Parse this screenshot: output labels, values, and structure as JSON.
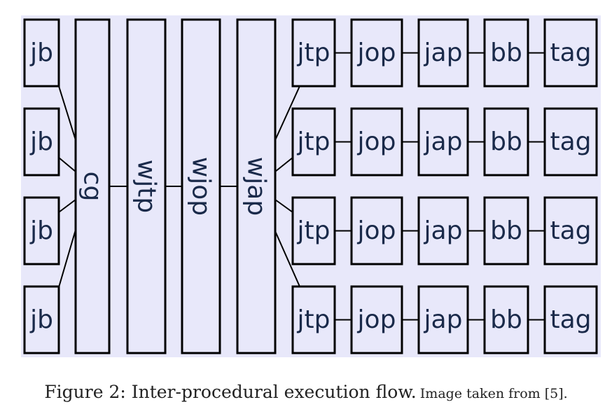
{
  "colors": {
    "background": "#e8e8fa",
    "box_fill": "#e8e8fa",
    "stroke": "#000000",
    "text": "#1a2a4a"
  },
  "diagram": {
    "left_boxes": [
      "jb",
      "jb",
      "jb",
      "jb"
    ],
    "middle_columns": [
      "cg",
      "wjtp",
      "wjop",
      "wjap"
    ],
    "rows": [
      [
        "jtp",
        "jop",
        "jap",
        "bb",
        "tag"
      ],
      [
        "jtp",
        "jop",
        "jap",
        "bb",
        "tag"
      ],
      [
        "jtp",
        "jop",
        "jap",
        "bb",
        "tag"
      ],
      [
        "jtp",
        "jop",
        "jap",
        "bb",
        "tag"
      ]
    ]
  },
  "caption": {
    "main": "Figure 2: Inter-procedural execution flow.",
    "source": "Image taken from [5]."
  }
}
